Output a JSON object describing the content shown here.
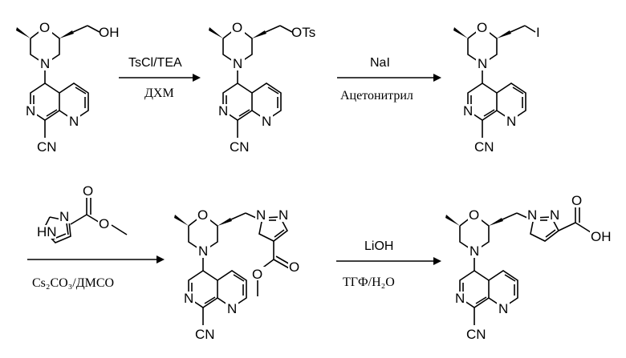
{
  "atoms": {
    "O": "O",
    "N": "N",
    "OH": "OH",
    "OTs": "OTs",
    "I": "I",
    "CN": "CN",
    "HN": "HN"
  },
  "steps": [
    {
      "reagent": "TsCl/TEA",
      "solvent": "ДХМ"
    },
    {
      "reagent": "NaI",
      "solvent": "Ацетонитрил"
    },
    {
      "solvent": "Cs₂CO₃/ДМСО"
    },
    {
      "reagent": "LiOH",
      "solvent": "ТГФ/H₂O"
    }
  ]
}
